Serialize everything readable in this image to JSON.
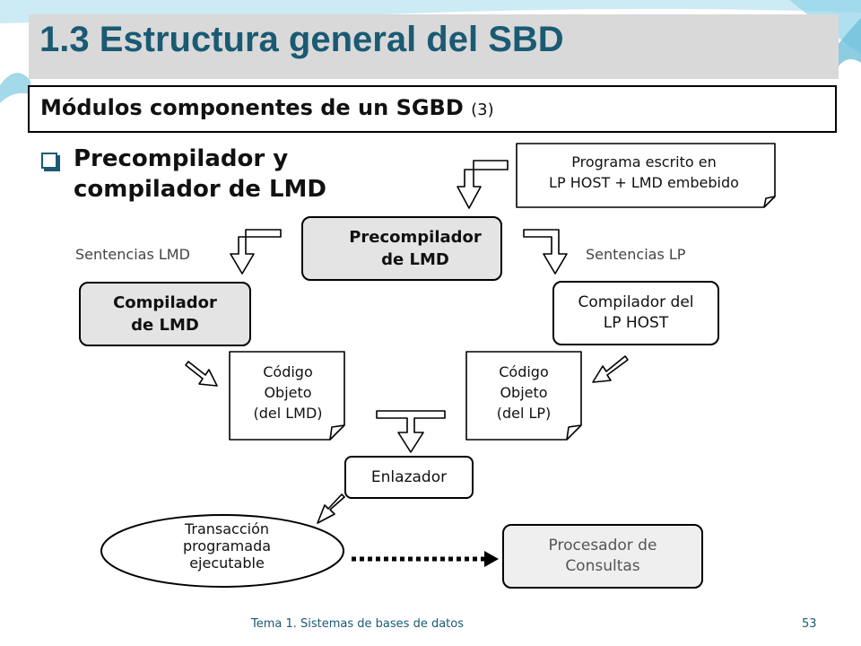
{
  "slide": {
    "title": "1.3 Estructura general del SBD",
    "subtitle": "Módulos componentes de un SGBD",
    "subtitle_suffix": "(3)",
    "bullet": "Precompilador y\ncompilador de LMD"
  },
  "diagram": {
    "program_source": "Programa escrito en\nLP HOST + LMD embebido",
    "precompiler": "Precompilador\nde LMD",
    "label_lmd": "Sentencias LMD",
    "label_lp": "Sentencias LP",
    "compiler_lmd": "Compilador\nde LMD",
    "compiler_host": "Compilador del\nLP HOST",
    "object_lmd": "Código\nObjeto\n(del LMD)",
    "object_lp": "Código\nObjeto\n(del LP)",
    "linker": "Enlazador",
    "transaction": "Transacción\nprogramada\nejecutable",
    "query_processor": "Procesador de\nConsultas"
  },
  "footer": {
    "course": "Tema 1. Sistemas de bases de datos",
    "page": "53"
  },
  "colors": {
    "title": "#1a5a73",
    "accent_teal": "#4bb8d6",
    "box_gray": "#e4e4e4"
  }
}
